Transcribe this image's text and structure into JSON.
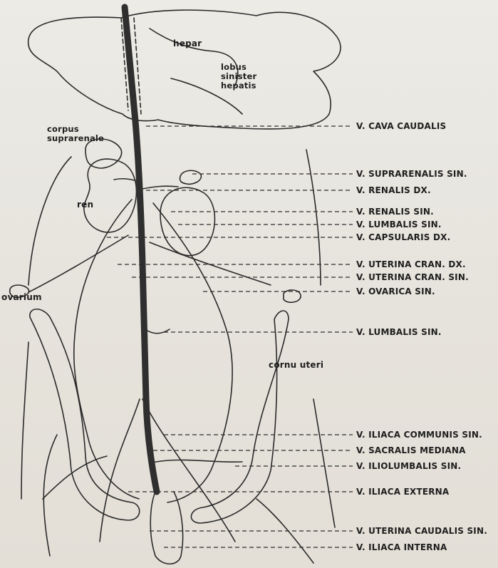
{
  "anatomy_labels": {
    "hepar": "hepar",
    "lobus_sinister_hepatis": "lobus sinister hepatis",
    "corpus_suprarenale": "corpus suprarenale",
    "ren": "ren",
    "ovarium": "ovarium",
    "cornu_uteri": "cornu uteri"
  },
  "vessel_labels": [
    "V. CAVA CAUDALIS",
    "V. SUPRARENALIS SIN.",
    "V. RENALIS DX.",
    "V. RENALIS SIN.",
    "V. LUMBALIS SIN.",
    "V. CAPSULARIS DX.",
    "V. UTERINA CRAN. DX.",
    "V. UTERINA CRAN. SIN.",
    "V. OVARICA SIN.",
    "V. LUMBALIS SIN.",
    "V. ILIACA COMMUNIS SIN.",
    "V. SACRALIS MEDIANA",
    "V. ILIOLUMBALIS SIN.",
    "V. ILIACA EXTERNA",
    "V. UTERINA CAUDALIS SIN.",
    "V. ILIACA INTERNA"
  ]
}
